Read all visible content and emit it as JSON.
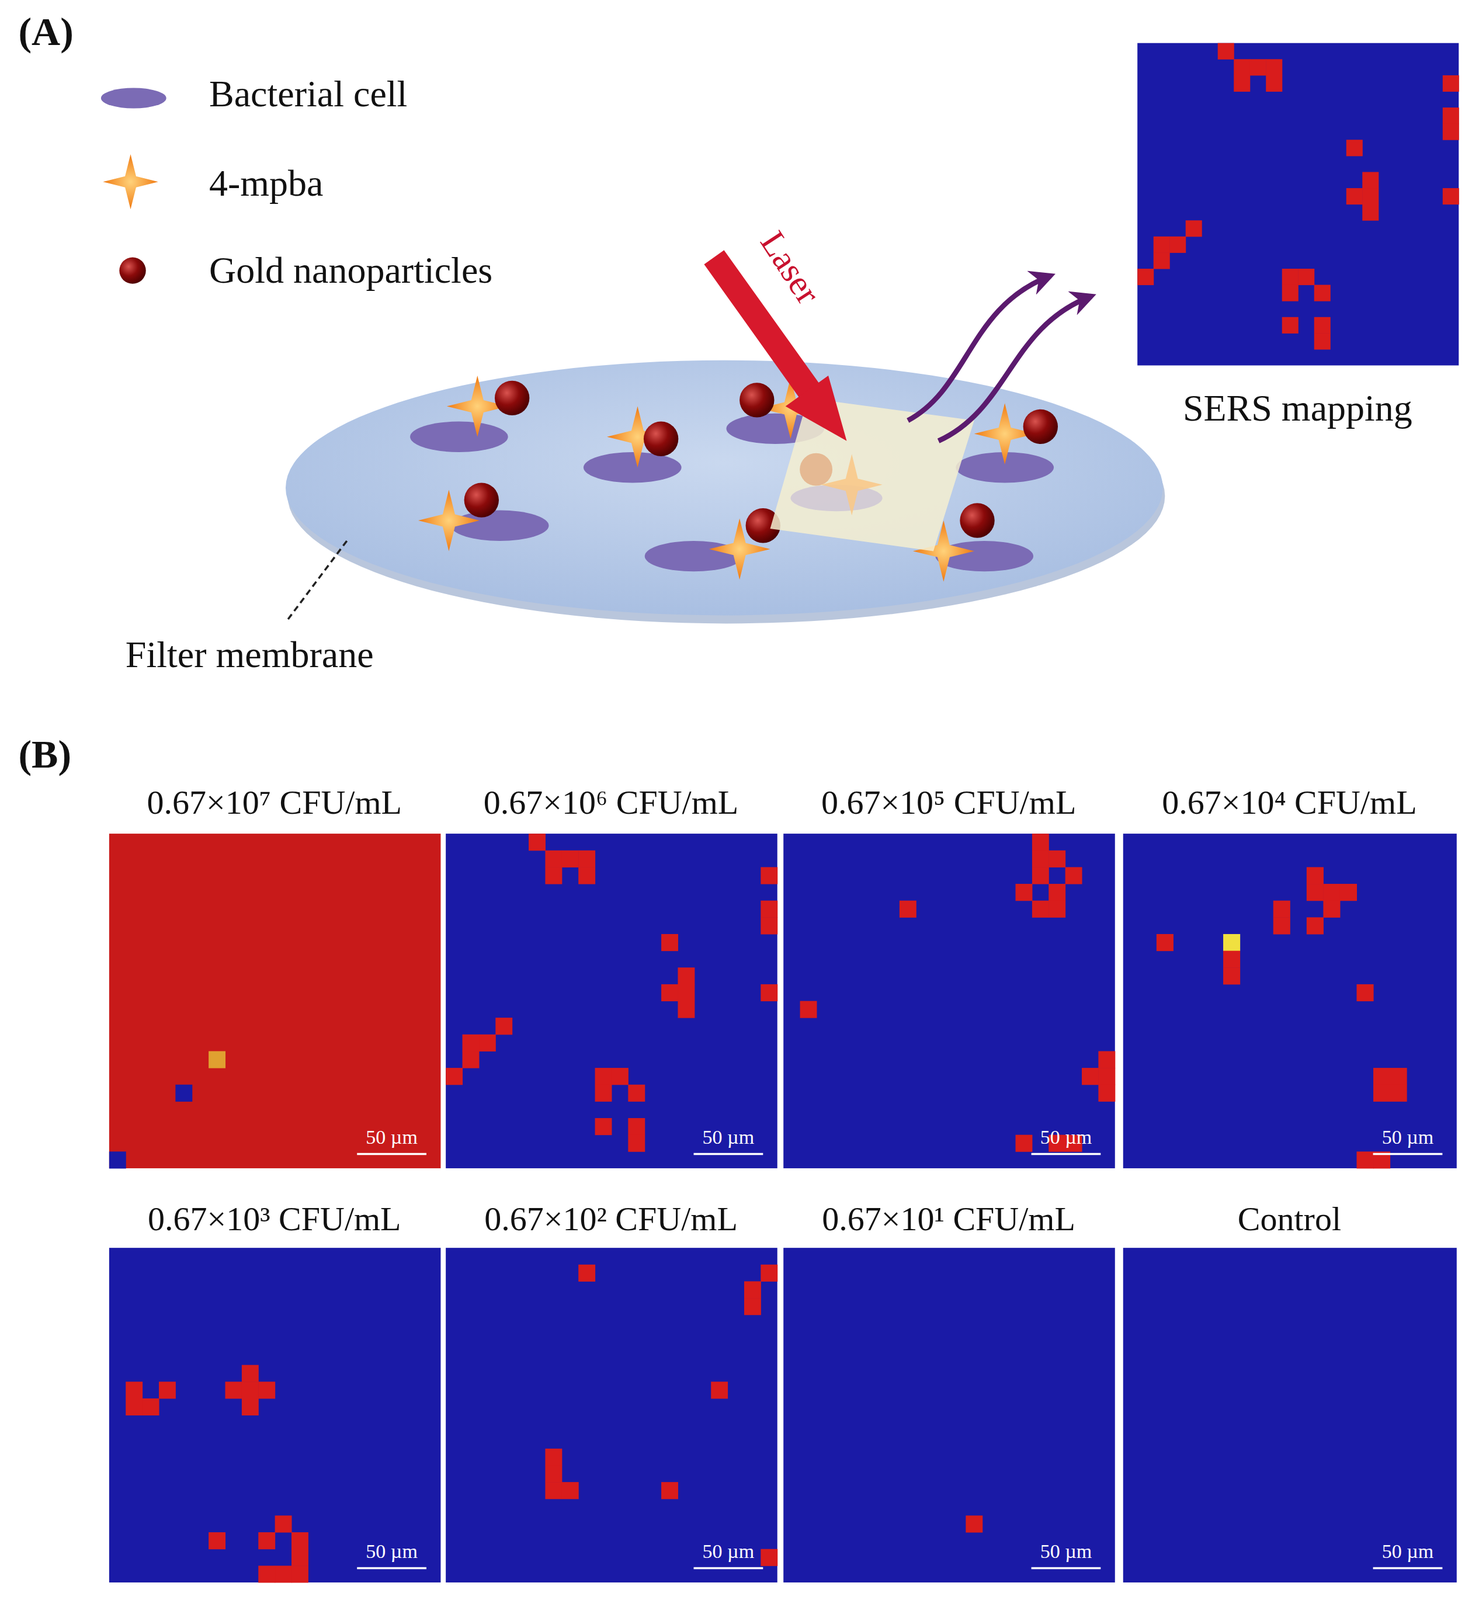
{
  "diagram": {
    "labels": [
      "(A)",
      "Laser",
      "SERS mapping",
      "Filter membrane",
      "(B)",
      "0.67×10⁷ CFU/mL",
      "0.67×10⁶ CFU/mL",
      "0.67×10⁵ CFU/mL",
      "0.67×10⁴ CFU/mL",
      "0.67×10³ CFU/mL",
      "0.67×10² CFU/mL",
      "0.67×10¹ CFU/mL",
      "Control",
      "50 µm",
      "50 µm",
      "50 µm",
      "50 µm",
      "50 µm",
      "50 µm",
      "50 µm",
      "50 µm"
    ],
    "legend": [
      {
        "text": "Bacterial cell"
      },
      {
        "text": "4-mpba"
      },
      {
        "text": "Gold nanoparticles"
      }
    ]
  }
}
